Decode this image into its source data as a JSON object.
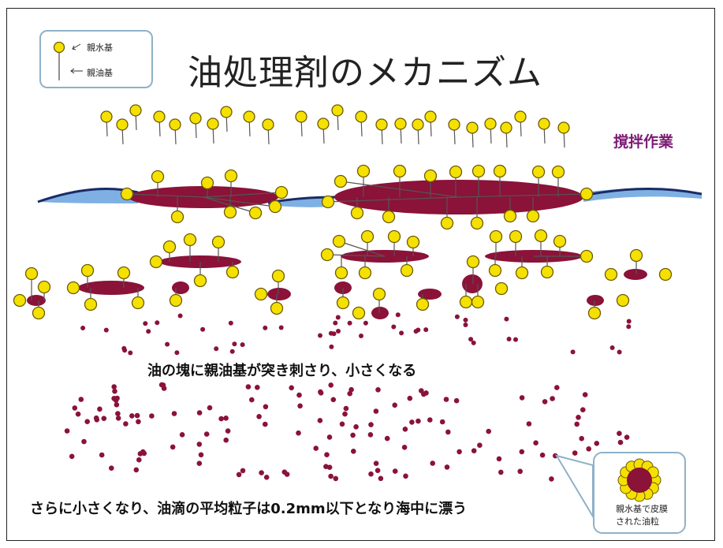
{
  "title": "油処理剤のメカニズム",
  "legend": {
    "hydrophilic_label": "親水基",
    "lipophilic_label": "親油基"
  },
  "stirring_label": "撹拌作業",
  "caption_stage1": "油の塊に親油基が突き刺さり、小さくなる",
  "caption_stage2": "さらに小さくなり、油滴の平均粒子は0.2mm以下となり海中に漂う",
  "callout": {
    "line1": "親水基で皮膜",
    "line2": "された油粒"
  },
  "colors": {
    "oil": "#8b1238",
    "hydrophilic_head": "#f5e100",
    "head_outline": "#6e5a00",
    "water": "#7fb0e3",
    "water_edge": "#1a2b66",
    "stirring_text": "#7b1b73",
    "box_border": "#8fb1c8"
  }
}
